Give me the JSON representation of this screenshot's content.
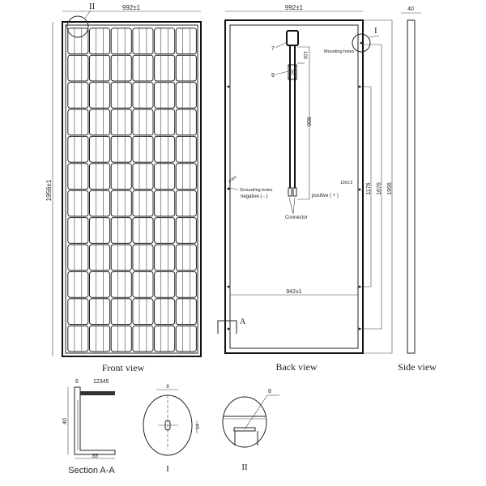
{
  "front_view": {
    "label": "Front view",
    "width_dim": "992±1",
    "height_dim": "1956±1",
    "detail_marker": "II"
  },
  "back_view": {
    "label": "Back view",
    "width_dim": "992±1",
    "inner_width_dim": "942±1",
    "detail_marker": "I",
    "section_marker": "A",
    "callout_7": "7",
    "callout_9": "9",
    "cable_dim_1": "100",
    "cable_dim_2": "900",
    "mounting_holes": "Mounting holes",
    "grounding_holes": "Grounding holes",
    "grounding_dim": "2-Φ4",
    "negative": "negative ( - )",
    "positive": "positive ( + )",
    "connector": "Connector",
    "hole_dim": "10±0.5",
    "dim_1176": "1176",
    "dim_1676": "1676",
    "dim_1956": "1956"
  },
  "side_view": {
    "label": "Side view",
    "depth_dim": "40"
  },
  "section": {
    "label": "Section A-A",
    "callout_6": "6",
    "layers": "12345",
    "height_dim": "40",
    "width_dim": "35"
  },
  "detail_1": {
    "label": "I",
    "width_dim": "9",
    "height_dim": "14"
  },
  "detail_2": {
    "label": "II",
    "callout_8": "8"
  }
}
